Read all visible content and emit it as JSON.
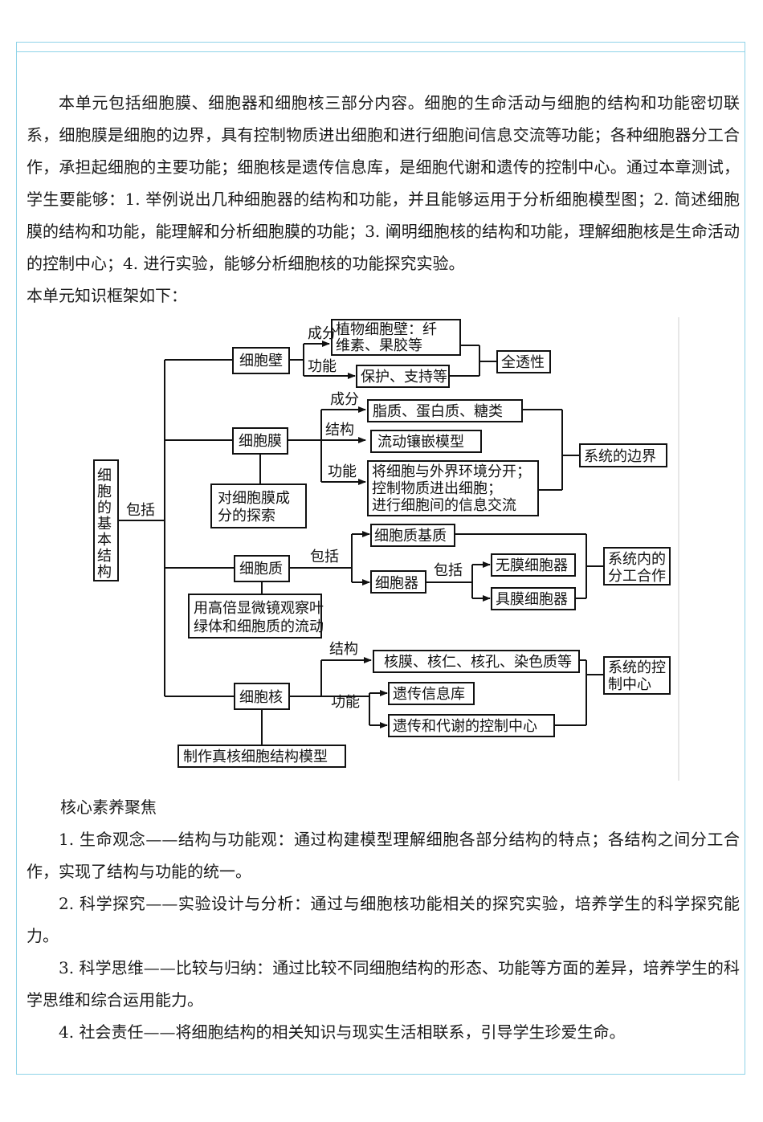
{
  "intro": {
    "paragraph": "本单元包括细胞膜、细胞器和细胞核三部分内容。细胞的生命活动与细胞的结构和功能密切联系，细胞膜是细胞的边界，具有控制物质进出细胞和进行细胞间信息交流等功能；各种细胞器分工合作，承担起细胞的主要功能；细胞核是遗传信息库，是细胞代谢和遗传的控制中心。通过本章测试，学生要能够：1. 举例说出几种细胞器的结构和功能，并且能够运用于分析细胞模型图；2. 简述细胞膜的结构和功能，能理解和分析细胞膜的功能；3. 阐明细胞核的结构和功能，理解细胞核是生命活动的控制中心；4. 进行实验，能够分析细胞核的功能探究实验。",
    "lead_in": "本单元知识框架如下："
  },
  "diagram": {
    "root": "细胞的基本结构",
    "root_link": "包括",
    "cell_wall": {
      "label": "细胞壁",
      "composition_link": "成分",
      "composition": [
        "植物细胞壁：纤",
        "维素、果胶等"
      ],
      "function_link": "功能",
      "function": "保护、支持等",
      "summary": "全透性"
    },
    "cell_membrane": {
      "label": "细胞膜",
      "composition_link": "成分",
      "composition": "脂质、蛋白质、糖类",
      "structure_link": "结构",
      "structure": "流动镶嵌模型",
      "function_link": "功能",
      "function": [
        "将细胞与外界环境分开；",
        "控制物质进出细胞；",
        "进行细胞间的信息交流"
      ],
      "exploration": [
        "对细胞膜成",
        "分的探索"
      ],
      "summary": "系统的边界"
    },
    "cytoplasm": {
      "label": "细胞质",
      "include_link": "包括",
      "matrix": "细胞质基质",
      "organelle": "细胞器",
      "organelle_link": "包括",
      "nonmembrane": "无膜细胞器",
      "membrane": "具膜细胞器",
      "experiment": [
        "用高倍显微镜观察叶",
        "绿体和细胞质的流动"
      ],
      "summary": [
        "系统内的",
        "分工合作"
      ]
    },
    "nucleus": {
      "label": "细胞核",
      "structure_link": "结构",
      "structure": "核膜、核仁、核孔、染色质等",
      "function_link": "功能",
      "function1": "遗传信息库",
      "function2": "遗传和代谢的控制中心",
      "model": "制作真核细胞结构模型",
      "summary": [
        "系统的控",
        "制中心"
      ]
    }
  },
  "core": {
    "title": "核心素养聚焦",
    "points": [
      "1. 生命观念——结构与功能观：通过构建模型理解细胞各部分结构的特点；各结构之间分工合作，实现了结构与功能的统一。",
      "2. 科学探究——实验设计与分析：通过与细胞核功能相关的探究实验，培养学生的科学探究能力。",
      "3. 科学思维——比较与归纳：通过比较不同细胞结构的形态、功能等方面的差异，培养学生的科学思维和综合运用能力。",
      "4. 社会责任——将细胞结构的相关知识与现实生活相联系，引导学生珍爱生命。"
    ]
  }
}
